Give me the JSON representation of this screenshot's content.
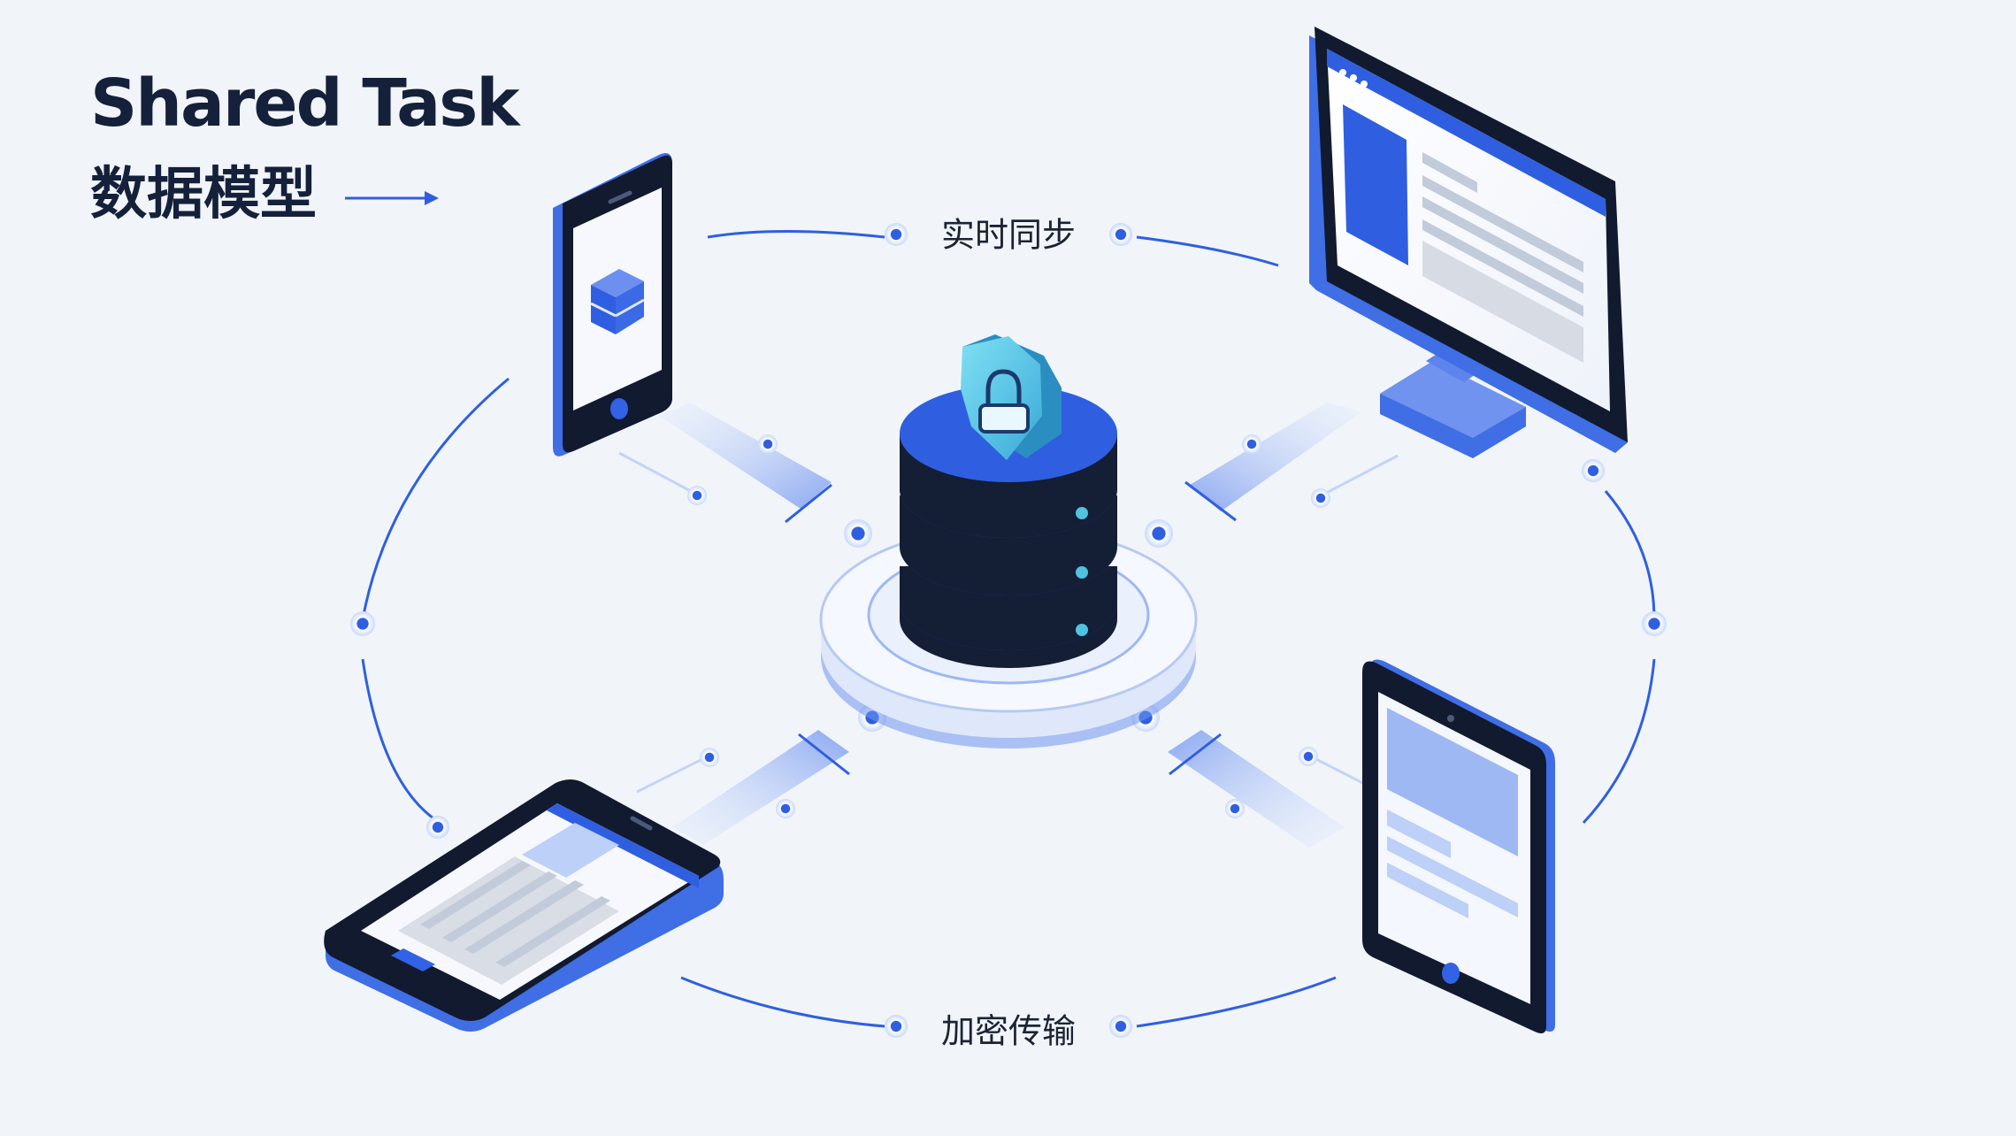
{
  "title": {
    "line1": "Shared Task",
    "line2": "数据模型"
  },
  "labels": {
    "top": "实时同步",
    "bottom": "加密传输"
  },
  "nodes": {
    "center": "database-server",
    "devices": [
      "smartphone",
      "desktop-monitor",
      "tablet",
      "smartphone-landscape"
    ]
  },
  "icons": {
    "center_badge": "lock-shield-icon",
    "phone_screen": "cube-icon"
  },
  "colors": {
    "background": "#f1f5fa",
    "accent_blue": "#2f5fe0",
    "light_blue": "#8fb0f5",
    "dark_navy": "#15203a",
    "teal": "#4fc3e0",
    "text": "#1c2333"
  }
}
